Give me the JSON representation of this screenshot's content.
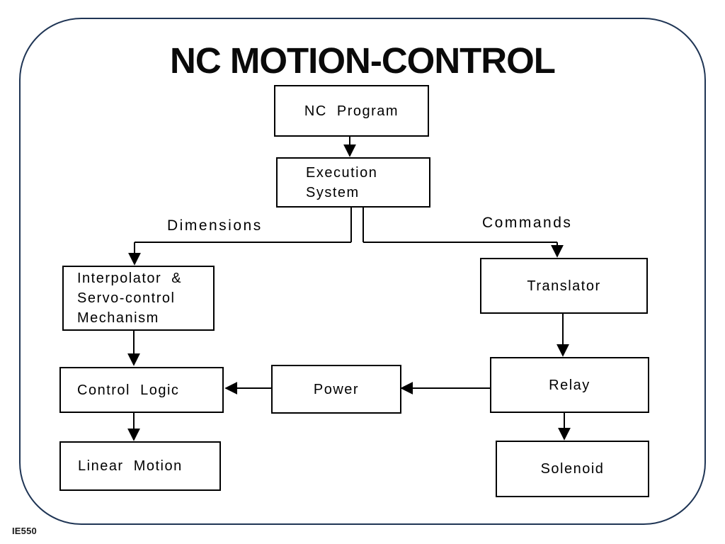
{
  "title": "NC MOTION-CONTROL",
  "footer": "IE550",
  "labels": {
    "dimensions": "Dimensions",
    "commands": "Commands"
  },
  "boxes": {
    "nc_program": {
      "lines": [
        "NC  Program"
      ]
    },
    "execution_system": {
      "lines": [
        "Execution",
        "System"
      ]
    },
    "interpolator": {
      "lines": [
        "Interpolator  &",
        "Servo-control",
        "Mechanism"
      ]
    },
    "translator": {
      "lines": [
        "Translator"
      ]
    },
    "control_logic": {
      "lines": [
        "Control  Logic"
      ]
    },
    "power": {
      "lines": [
        "Power"
      ]
    },
    "relay": {
      "lines": [
        "Relay"
      ]
    },
    "linear_motion": {
      "lines": [
        "Linear  Motion"
      ]
    },
    "solenoid": {
      "lines": [
        "Solenoid"
      ]
    }
  },
  "colors": {
    "frame_border": "#1f3555",
    "box_border": "#000000",
    "connector": "#000000",
    "text": "#000000",
    "background": "#ffffff"
  },
  "diagram_edges": [
    "NC Program -> Execution System",
    "Execution System -> Interpolator & Servo-control Mechanism (Dimensions)",
    "Execution System -> Translator (Commands)",
    "Translator -> Relay",
    "Relay -> Solenoid",
    "Relay -> Power",
    "Power -> Control Logic",
    "Interpolator & Servo-control Mechanism -> Control Logic",
    "Control Logic -> Linear Motion"
  ]
}
